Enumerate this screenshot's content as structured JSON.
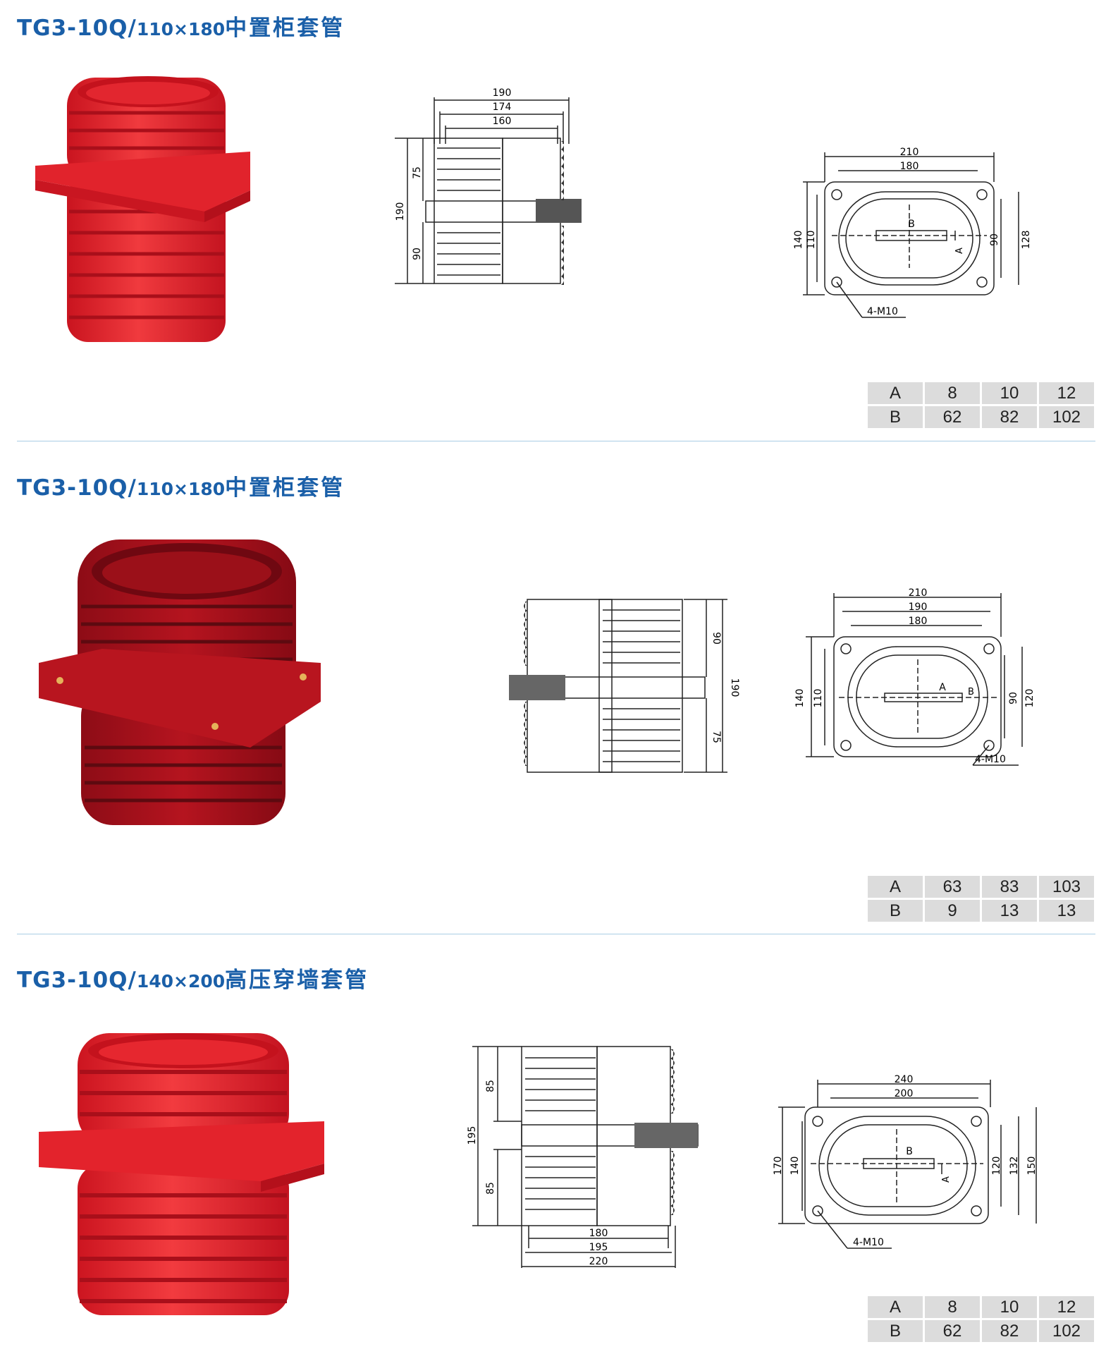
{
  "sections": [
    {
      "title_main": "TG3-10Q/",
      "title_dims": "110×180",
      "title_cn": "中置柜套管",
      "front_view": {
        "dims_top": [
          "190",
          "174",
          "160"
        ],
        "dims_left": [
          "75",
          "190",
          "90"
        ]
      },
      "plan_view": {
        "width_dims": [
          "210",
          "180"
        ],
        "left_dims": [
          "140",
          "110"
        ],
        "right_dims": [
          "90",
          "128"
        ],
        "label_a": "A",
        "label_b": "B",
        "bolt": "4-M10"
      },
      "table": {
        "rows": [
          [
            "A",
            "8",
            "10",
            "12"
          ],
          [
            "B",
            "62",
            "82",
            "102"
          ]
        ]
      }
    },
    {
      "title_main": "TG3-10Q/",
      "title_dims": "110×180",
      "title_cn": "中置柜套管",
      "front_view": {
        "dims_right": [
          "90",
          "190",
          "75"
        ]
      },
      "plan_view": {
        "width_dims": [
          "210",
          "190",
          "180"
        ],
        "left_dims": [
          "140",
          "110"
        ],
        "right_dims": [
          "90",
          "120"
        ],
        "label_a": "A",
        "label_b": "B",
        "bolt": "4-M10"
      },
      "table": {
        "rows": [
          [
            "A",
            "63",
            "83",
            "103"
          ],
          [
            "B",
            "9",
            "13",
            "13"
          ]
        ]
      }
    },
    {
      "title_main": "TG3-10Q/",
      "title_dims": "140×200",
      "title_cn": "高压穿墙套管",
      "front_view": {
        "dims_left": [
          "85",
          "195",
          "85"
        ],
        "dims_bottom": [
          "180",
          "195",
          "220"
        ]
      },
      "plan_view": {
        "width_dims": [
          "240",
          "200"
        ],
        "left_dims": [
          "170",
          "140"
        ],
        "right_dims": [
          "120",
          "132",
          "150"
        ],
        "label_a": "A",
        "label_b": "B",
        "bolt": "4-M10"
      },
      "table": {
        "rows": [
          [
            "A",
            "8",
            "10",
            "12"
          ],
          [
            "B",
            "62",
            "82",
            "102"
          ]
        ]
      }
    }
  ],
  "colors": {
    "title": "#1a5fa8",
    "divider": "#a9cde4",
    "bushing_red": "#e8202a",
    "bushing_dark_red": "#a8101c",
    "table_cell": "#dcdcdc"
  }
}
